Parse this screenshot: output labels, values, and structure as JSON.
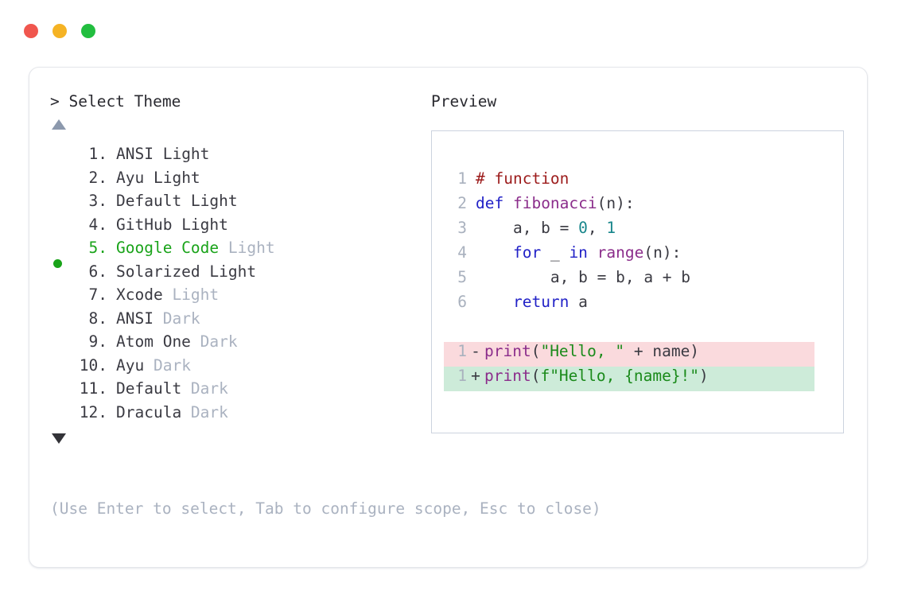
{
  "titlebar": {
    "close_label": "close",
    "minimize_label": "minimize",
    "maximize_label": "maximize",
    "colors": {
      "close": "#f0564e",
      "minimize": "#f5b324",
      "maximize": "#22be3f"
    }
  },
  "left": {
    "prompt": "> Select Theme",
    "scroll_up_icon": "triangle-up",
    "scroll_down_icon": "triangle-down",
    "selected_index": 5,
    "selected_color": "#19a319",
    "items": [
      {
        "num": "1.",
        "name": "ANSI",
        "variant": "Light",
        "variant_muted": false,
        "selected": false
      },
      {
        "num": "2.",
        "name": "Ayu",
        "variant": "Light",
        "variant_muted": false,
        "selected": false
      },
      {
        "num": "3.",
        "name": "Default",
        "variant": "Light",
        "variant_muted": false,
        "selected": false
      },
      {
        "num": "4.",
        "name": "GitHub",
        "variant": "Light",
        "variant_muted": false,
        "selected": false
      },
      {
        "num": "5.",
        "name": "Google Code",
        "variant": "Light",
        "variant_muted": true,
        "selected": true
      },
      {
        "num": "6.",
        "name": "Solarized",
        "variant": "Light",
        "variant_muted": false,
        "selected": false
      },
      {
        "num": "7.",
        "name": "Xcode",
        "variant": "Light",
        "variant_muted": true,
        "selected": false
      },
      {
        "num": "8.",
        "name": "ANSI",
        "variant": "Dark",
        "variant_muted": true,
        "selected": false
      },
      {
        "num": "9.",
        "name": "Atom One",
        "variant": "Dark",
        "variant_muted": true,
        "selected": false
      },
      {
        "num": "10.",
        "name": "Ayu",
        "variant": "Dark",
        "variant_muted": true,
        "selected": false
      },
      {
        "num": "11.",
        "name": "Default",
        "variant": "Dark",
        "variant_muted": true,
        "selected": false
      },
      {
        "num": "12.",
        "name": "Dracula",
        "variant": "Dark",
        "variant_muted": true,
        "selected": false
      }
    ]
  },
  "right": {
    "preview_label": "Preview",
    "code_lines": [
      {
        "ln": "1",
        "tokens": [
          {
            "t": "# function",
            "c": "comment"
          }
        ]
      },
      {
        "ln": "2",
        "tokens": [
          {
            "t": "def ",
            "c": "keyword"
          },
          {
            "t": "fibonacci",
            "c": "func"
          },
          {
            "t": "(n):",
            "c": "plain"
          }
        ]
      },
      {
        "ln": "3",
        "tokens": [
          {
            "t": "    a, b = ",
            "c": "plain"
          },
          {
            "t": "0",
            "c": "num"
          },
          {
            "t": ", ",
            "c": "plain"
          },
          {
            "t": "1",
            "c": "num"
          }
        ]
      },
      {
        "ln": "4",
        "tokens": [
          {
            "t": "    ",
            "c": "plain"
          },
          {
            "t": "for",
            "c": "keyword"
          },
          {
            "t": " _ ",
            "c": "plain"
          },
          {
            "t": "in",
            "c": "keyword"
          },
          {
            "t": " ",
            "c": "plain"
          },
          {
            "t": "range",
            "c": "func"
          },
          {
            "t": "(n):",
            "c": "plain"
          }
        ]
      },
      {
        "ln": "5",
        "tokens": [
          {
            "t": "        a, b = b, a + b",
            "c": "plain"
          }
        ]
      },
      {
        "ln": "6",
        "tokens": [
          {
            "t": "    ",
            "c": "plain"
          },
          {
            "t": "return",
            "c": "keyword"
          },
          {
            "t": " a",
            "c": "plain"
          }
        ]
      }
    ],
    "diff_lines": [
      {
        "ln": "1",
        "sign": "-",
        "kind": "del",
        "bg": "#fadadd",
        "tokens": [
          {
            "t": "print",
            "c": "func"
          },
          {
            "t": "(",
            "c": "plain"
          },
          {
            "t": "\"Hello, \"",
            "c": "str"
          },
          {
            "t": " + name)",
            "c": "plain"
          }
        ]
      },
      {
        "ln": "1",
        "sign": "+",
        "kind": "add",
        "bg": "#cdebd9",
        "tokens": [
          {
            "t": "print",
            "c": "func"
          },
          {
            "t": "(",
            "c": "plain"
          },
          {
            "t": "f\"Hello, {name}!\"",
            "c": "str"
          },
          {
            "t": ")",
            "c": "plain"
          }
        ]
      }
    ]
  },
  "footer": {
    "hint": "(Use Enter to select, Tab to configure scope, Esc to close)"
  }
}
